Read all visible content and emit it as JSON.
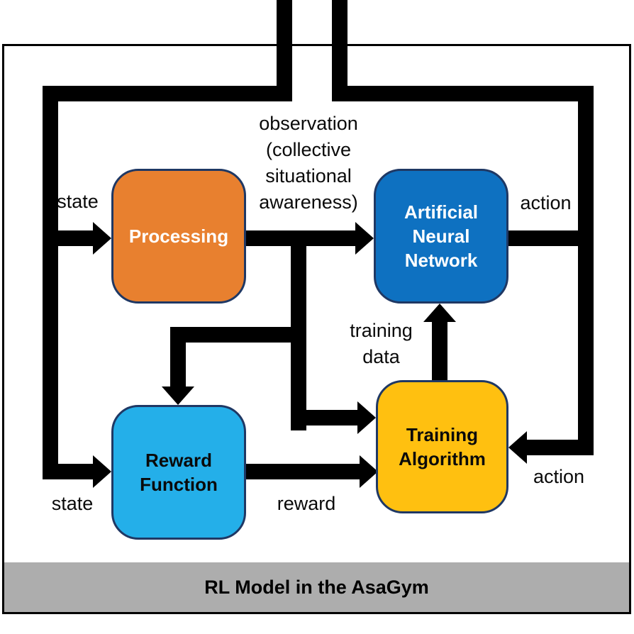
{
  "diagram": {
    "title": "RL Model in the AsaGym",
    "nodes": [
      {
        "id": "processing",
        "label": "Processing",
        "fill": "#E8802F",
        "text_color": "#FFFFFF"
      },
      {
        "id": "artificial-neural-network",
        "label": "Artificial\nNeural\nNetwork",
        "fill": "#0E71C1",
        "text_color": "#FFFFFF"
      },
      {
        "id": "reward-function",
        "label": "Reward\nFunction",
        "fill": "#24AFE9",
        "text_color": "#0A0A0A"
      },
      {
        "id": "training-algorithm",
        "label": "Training\nAlgorithm",
        "fill": "#FFC010",
        "text_color": "#0A0A0A"
      }
    ],
    "edge_labels": {
      "state_top": "state",
      "observation": "observation\n(collective\nsituational\nawareness)",
      "action_top": "action",
      "training_data": "training\ndata",
      "reward": "reward",
      "state_bottom": "state",
      "action_bottom": "action"
    },
    "colors": {
      "node_border": "#1F3864",
      "arrow": "#000000",
      "outer_border": "#000000",
      "footer_bg": "#ADADAD",
      "footer_text": "#000000"
    }
  }
}
